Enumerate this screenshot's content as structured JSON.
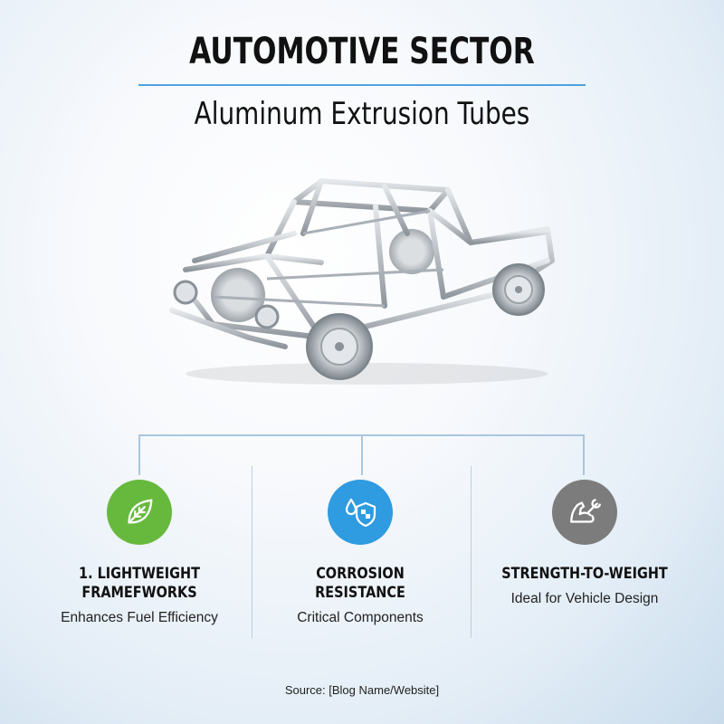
{
  "header": {
    "title": "AUTOMOTIVE SECTOR",
    "subtitle": "Aluminum Extrusion Tubes"
  },
  "features": [
    {
      "title_line1": "1. LIGHTWEIGHT",
      "title_line2": "FRAMEFWORKS",
      "description": "Enhances Fuel Efficiency",
      "icon": "leaf-icon",
      "color": "#67b93e"
    },
    {
      "title_line1": "CORROSION",
      "title_line2": "RESISTANCE",
      "description": "Critical Components",
      "icon": "shield-drop-icon",
      "color": "#2f9be0"
    },
    {
      "title_line1": "STRENGTH-TO-WEIGHT",
      "title_line2": "",
      "description": "Ideal for Vehicle Design",
      "icon": "arm-wrench-icon",
      "color": "#7c7c7c"
    }
  ],
  "footer": {
    "source": "Source: [Blog Name/Website]"
  },
  "colors": {
    "accent": "#4ea3dd",
    "connector": "#a9c7de"
  }
}
